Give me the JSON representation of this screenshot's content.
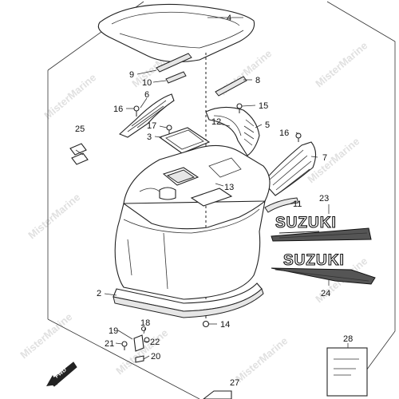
{
  "watermark": "MisterMarine",
  "brand_text": "SUZUKI",
  "fwd_label": "FWD",
  "callouts": {
    "p2": "2",
    "p3": "3",
    "p4": "4",
    "p5": "5",
    "p6": "6",
    "p7": "7",
    "p8": "8",
    "p9": "9",
    "p10": "10",
    "p11": "11",
    "p12": "12",
    "p13": "13",
    "p14": "14",
    "p15": "15",
    "p16a": "16",
    "p16b": "16",
    "p17": "17",
    "p18": "18",
    "p19": "19",
    "p20": "20",
    "p21": "21",
    "p22": "22",
    "p23": "23",
    "p24": "24",
    "p25": "25",
    "p27": "27",
    "p28": "28"
  }
}
